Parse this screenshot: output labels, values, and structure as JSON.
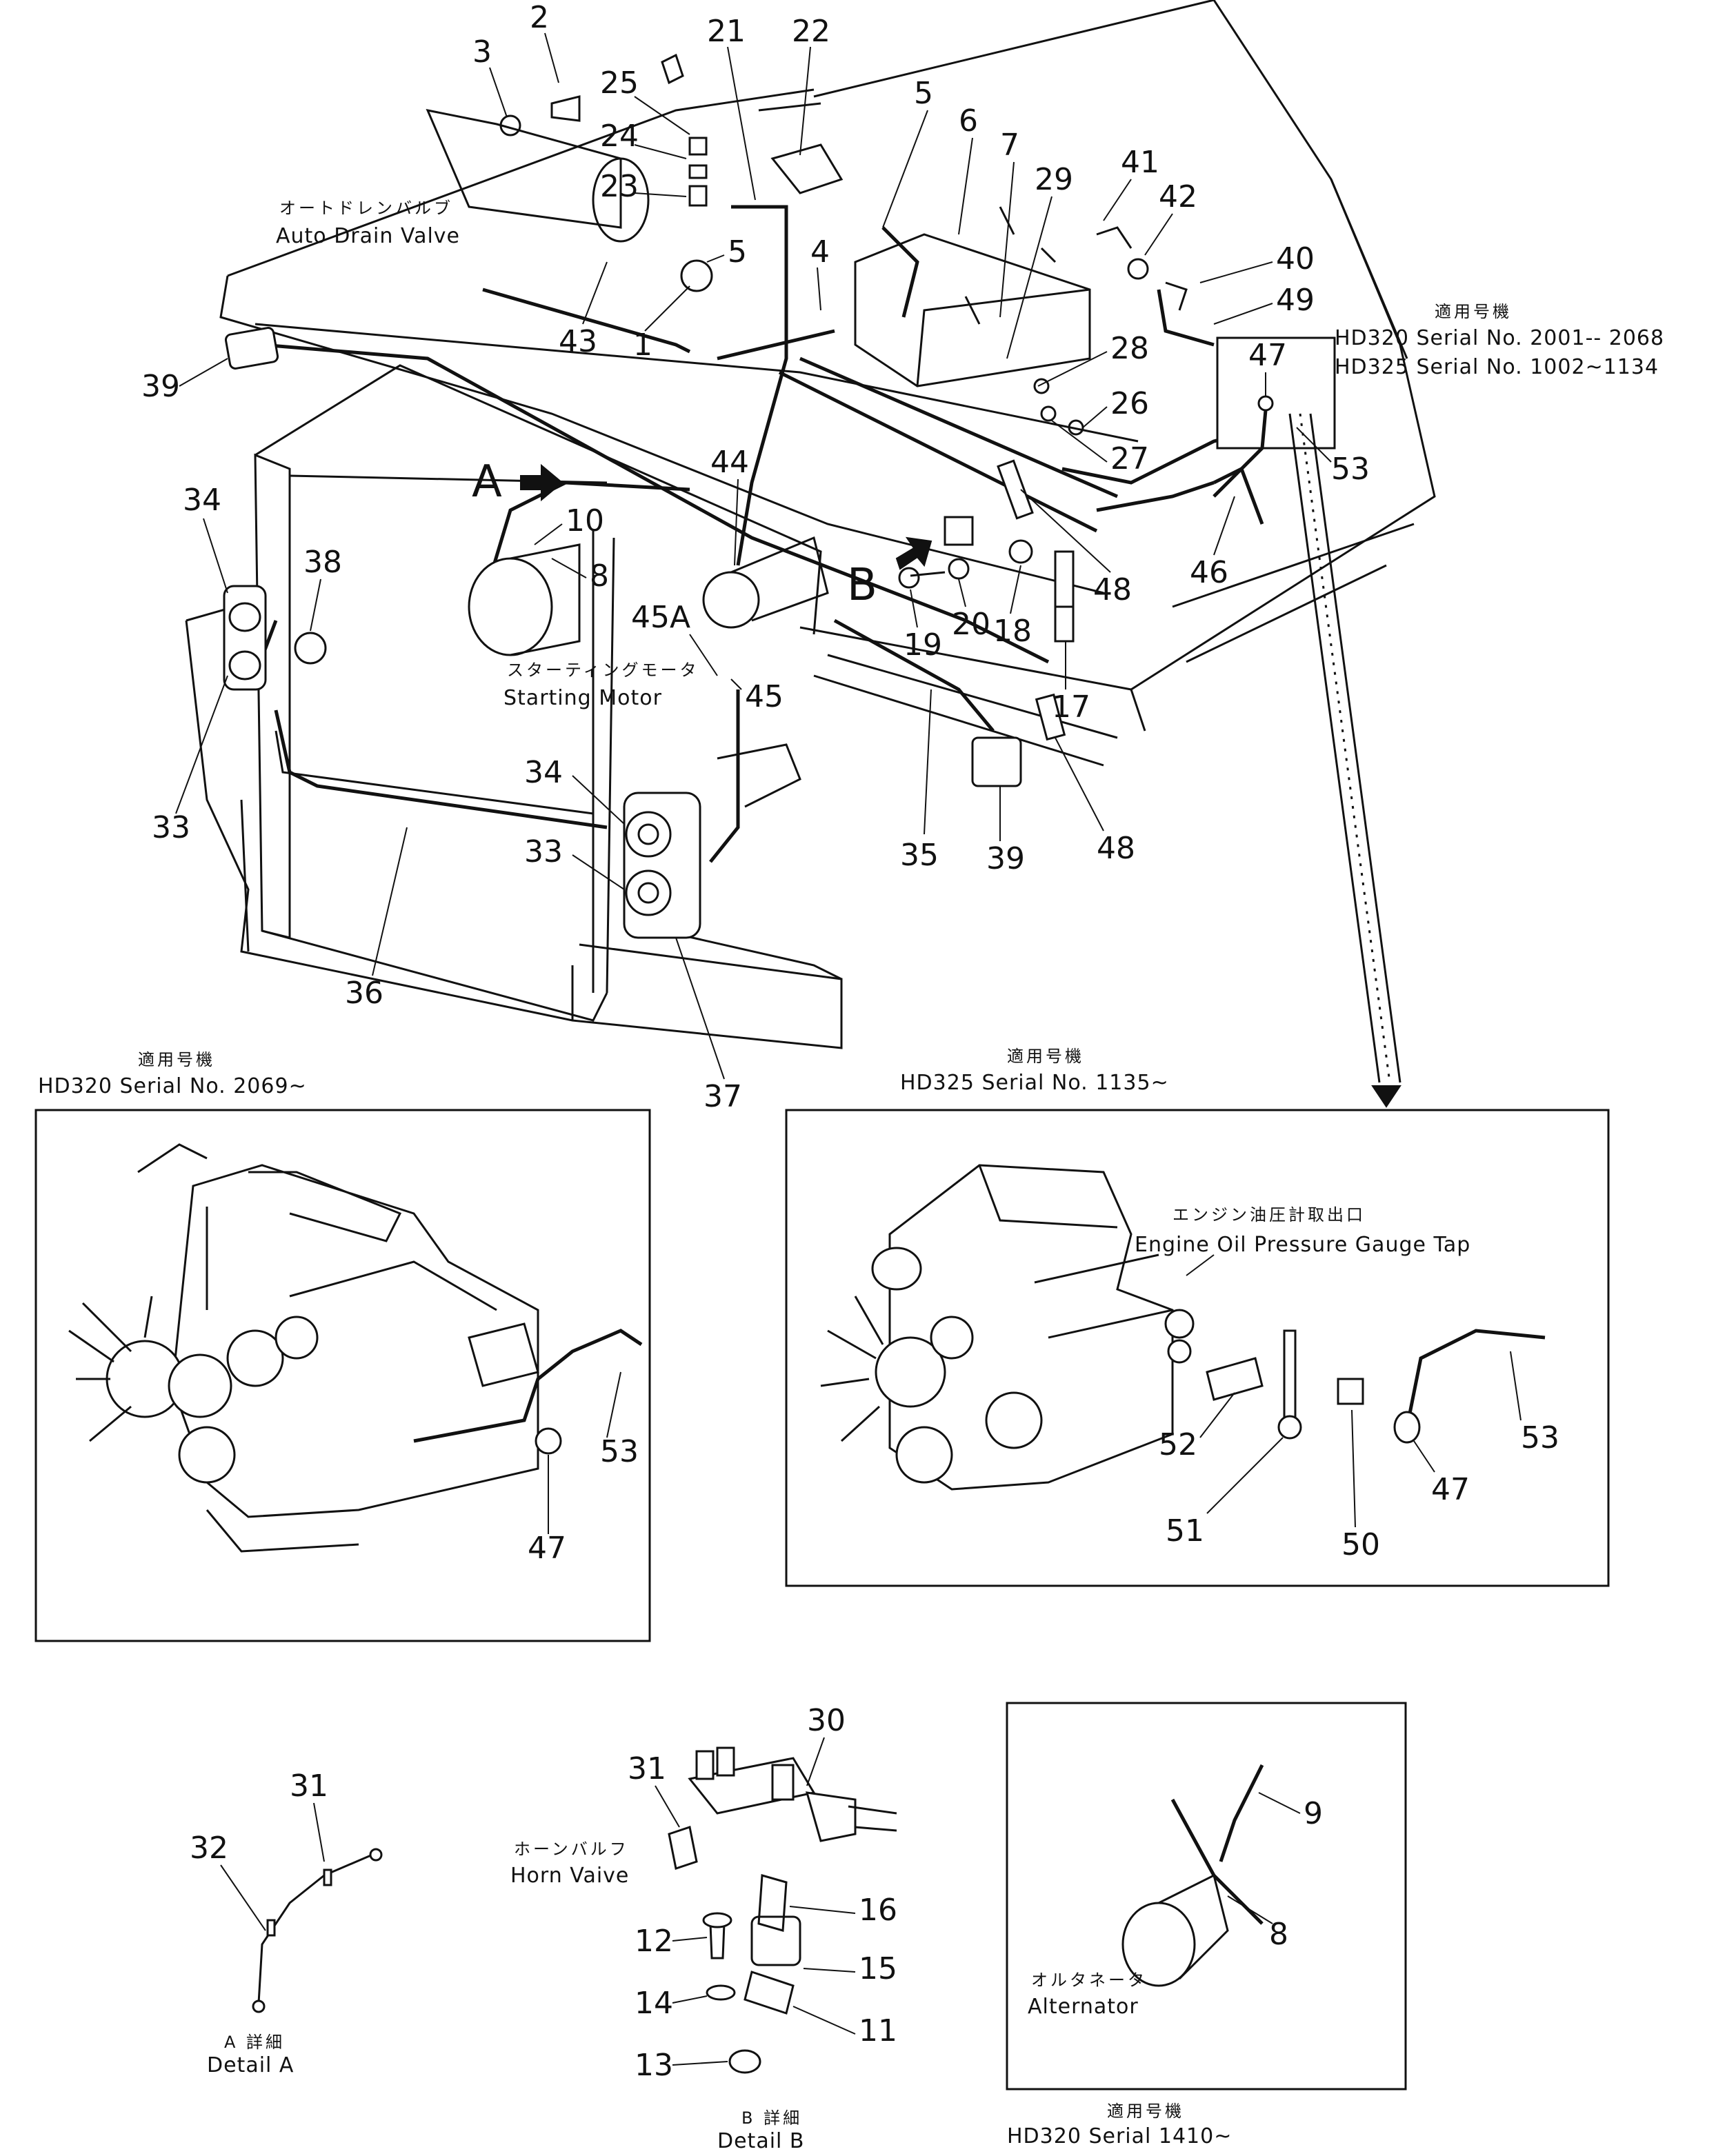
{
  "labels": {
    "auto_drain_valve_jp": "オートドレンバルブ",
    "auto_drain_valve_en": "Auto Drain Valve",
    "starting_motor_jp": "スターティングモータ",
    "starting_motor_en": "Starting Motor",
    "engine_oil_tap_jp": "エンジン油圧計取出口",
    "engine_oil_tap_en": "Engine Oil Pressure Gauge Tap",
    "horn_valve_jp": "ホーンバルフ",
    "horn_valve_en": "Horn Vaive",
    "alternator_jp": "オルタネータ",
    "alternator_en": "Alternator",
    "detail_a_jp": "A 詳細",
    "detail_a_en": "Detail A",
    "detail_b_jp": "B 詳細",
    "detail_b_en": "Detail B",
    "view_a": "A",
    "view_b": "B"
  },
  "applicability": {
    "top_jp": "適用号機",
    "top_line1": "HD320 Serial No. 2001-- 2068",
    "top_line2": "HD325 Serial No. 1002~1134",
    "left_jp": "適用号機",
    "left_line": "HD320 Serial No. 2069~",
    "right_jp": "適用号機",
    "right_line": "HD325 Serial No. 1135~",
    "bottom_jp": "適用号機",
    "bottom_line": "HD320 Serial 1410~"
  },
  "callouts": {
    "c1": "1",
    "c2": "2",
    "c3": "3",
    "c4": "4",
    "c5a": "5",
    "c5b": "5",
    "c6": "6",
    "c7": "7",
    "c8a": "8",
    "c8b": "8",
    "c9": "9",
    "c10": "10",
    "c11": "11",
    "c12": "12",
    "c13": "13",
    "c14": "14",
    "c15": "15",
    "c16": "16",
    "c17": "17",
    "c18": "18",
    "c19": "19",
    "c20": "20",
    "c21": "21",
    "c22": "22",
    "c23": "23",
    "c24": "24",
    "c25": "25",
    "c26": "26",
    "c27": "27",
    "c28": "28",
    "c29": "29",
    "c30": "30",
    "c31a": "31",
    "c31b": "31",
    "c32": "32",
    "c33a": "33",
    "c33b": "33",
    "c34a": "34",
    "c34b": "34",
    "c35": "35",
    "c36": "36",
    "c37": "37",
    "c38": "38",
    "c39a": "39",
    "c39b": "39",
    "c40": "40",
    "c41": "41",
    "c42": "42",
    "c43": "43",
    "c44": "44",
    "c45": "45",
    "c45a": "45A",
    "c46": "46",
    "c47a": "47",
    "c47b": "47",
    "c47c": "47",
    "c48a": "48",
    "c48b": "48",
    "c49": "49",
    "c50": "50",
    "c51": "51",
    "c52": "52",
    "c53a": "53",
    "c53b": "53",
    "c53c": "53"
  }
}
